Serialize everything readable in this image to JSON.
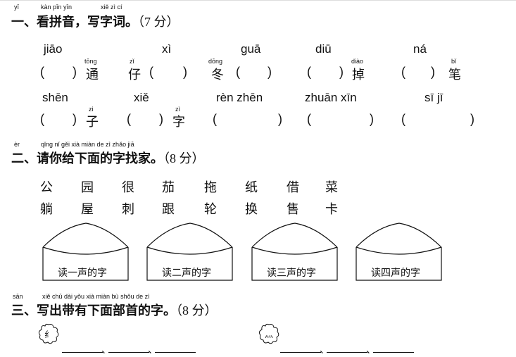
{
  "section1": {
    "title_pinyin": [
      "yī",
      "kàn pīn yīn",
      "xiě zì cí"
    ],
    "number": "一、",
    "title": "看拼音，写字词。",
    "score": "（7 分）",
    "row1_pinyin": [
      "jiāo",
      "xì",
      "guā",
      "diū",
      "ná"
    ],
    "row1_chars": [
      {
        "char": "通",
        "pinyin": "tōng"
      },
      {
        "char": "仔",
        "pinyin": "zǐ"
      },
      {
        "char": "冬",
        "pinyin": "dōng"
      },
      {
        "char": "掉",
        "pinyin": "diào"
      },
      {
        "char": "笔",
        "pinyin": "bǐ"
      }
    ],
    "row2_pinyin": [
      "shēn",
      "xiě",
      "rèn zhēn",
      "zhuān xīn",
      "sī jī"
    ],
    "row2_chars": [
      {
        "char": "子",
        "pinyin": "zi"
      },
      {
        "char": "字",
        "pinyin": "zì"
      }
    ],
    "open_paren": "(",
    "close_paren": ")"
  },
  "section2": {
    "title_pinyin": [
      "èr",
      "qǐng nǐ gěi xià miàn de zì zhǎo jiā"
    ],
    "number": "二、",
    "title": "请你给下面的字找家。",
    "score": "（8 分）",
    "chars_row1": [
      "公",
      "园",
      "很",
      "茄",
      "拖",
      "纸",
      "借",
      "菜"
    ],
    "chars_row2": [
      "躺",
      "屋",
      "刺",
      "跟",
      "轮",
      "换",
      "售",
      "卡"
    ],
    "houses": [
      "读一声的字",
      "读二声的字",
      "读三声的字",
      "读四声的字"
    ]
  },
  "section3": {
    "title_pinyin": [
      "sān",
      "xiě chū dài yǒu xià miàn bù shǒu de zì"
    ],
    "number": "三、",
    "title": "写出带有下面部首的字。",
    "score": "（8 分）",
    "radicals": [
      "纟",
      "灬"
    ],
    "separator": "、"
  }
}
